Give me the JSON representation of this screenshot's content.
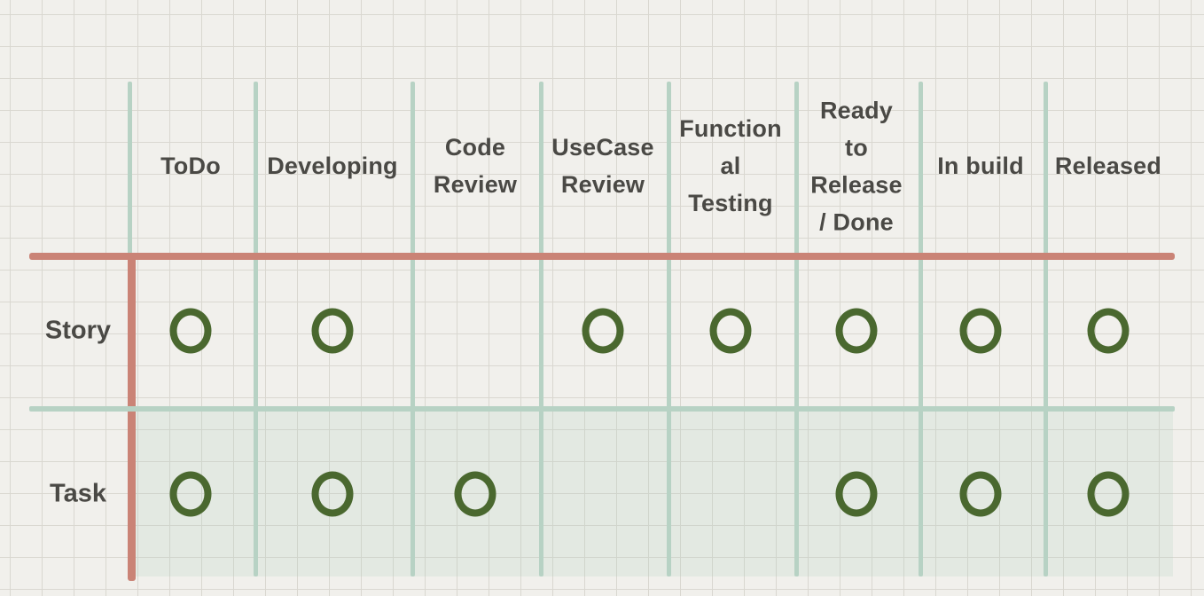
{
  "matrix": {
    "description": "Mapping of issue types to workflow states, marked with circles on graph paper",
    "columns": [
      {
        "id": "todo",
        "label": "ToDo"
      },
      {
        "id": "developing",
        "label": "Developing"
      },
      {
        "id": "code-review",
        "label": "Code\nReview"
      },
      {
        "id": "usecase-review",
        "label": "UseCase\nReview"
      },
      {
        "id": "functional-testing",
        "label": "Function\nal\nTesting"
      },
      {
        "id": "ready-to-release",
        "label": "Ready\nto\nRelease\n/ Done"
      },
      {
        "id": "in-build",
        "label": "In build"
      },
      {
        "id": "released",
        "label": "Released"
      }
    ],
    "rows": [
      {
        "id": "story",
        "label": "Story",
        "marks": [
          true,
          true,
          false,
          true,
          true,
          true,
          true,
          true
        ]
      },
      {
        "id": "task",
        "label": "Task",
        "marks": [
          true,
          true,
          true,
          false,
          false,
          true,
          true,
          true
        ]
      }
    ],
    "mark": "circle"
  },
  "colors": {
    "paper": "#f1f0ec",
    "grid_line": "#d9d7d0",
    "column_line": "#b7d2c4",
    "row_divider_line": "#b7d2c4",
    "header_line": "#ca8376",
    "row_label_line": "#ca8376",
    "circle_mark": "#4a682f",
    "text": "#4a4945",
    "task_row_tint": "rgba(176,205,188,0.20)"
  }
}
